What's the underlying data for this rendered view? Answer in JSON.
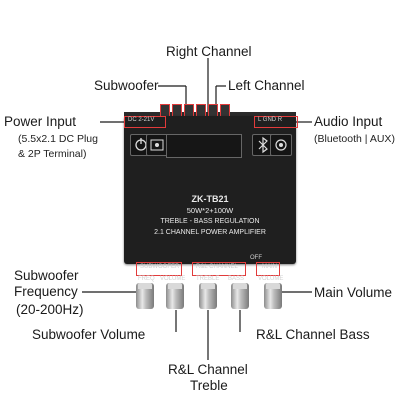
{
  "labels": {
    "right_channel": "Right Channel",
    "subwoofer": "Subwoofer",
    "left_channel": "Left Channel",
    "power_input": "Power Input",
    "power_input_detail_1": "(5.5x2.1 DC Plug",
    "power_input_detail_2": "& 2P Terminal)",
    "audio_input": "Audio Input",
    "audio_input_detail": "(Bluetooth | AUX)",
    "subwoofer_frequency_1": "Subwoofer",
    "subwoofer_frequency_2": "Frequency",
    "subwoofer_frequency_3": "(20-200Hz)",
    "subwoofer_volume": "Subwoofer Volume",
    "main_volume": "Main Volume",
    "rl_channel_bass": "R&L Channel Bass",
    "rl_channel_treble_1": "R&L Channel",
    "rl_channel_treble_2": "Treble"
  },
  "board": {
    "model": "ZK-TB21",
    "power": "50W*2+100W",
    "line1": "TREBLE  -  BASS  REGULATION",
    "line2": "2.1 CHANNEL POWER AMPLIFIER",
    "silk_power": "DC 2-21V",
    "silk_audio": "L  GND  R",
    "silk_subwoofer": "SUBWOOFER",
    "silk_freq": "FREQ",
    "silk_sub_volume": "VOLUME",
    "silk_rl_channel": "R&L CHANNEL",
    "silk_treble": "TREBLE",
    "silk_bass": "BASS",
    "silk_main": "MAIN",
    "silk_main_volume": "VOLUME",
    "silk_off": "OFF"
  },
  "colors": {
    "accent_red": "#e23b3b",
    "board": "#1f1f1f"
  }
}
